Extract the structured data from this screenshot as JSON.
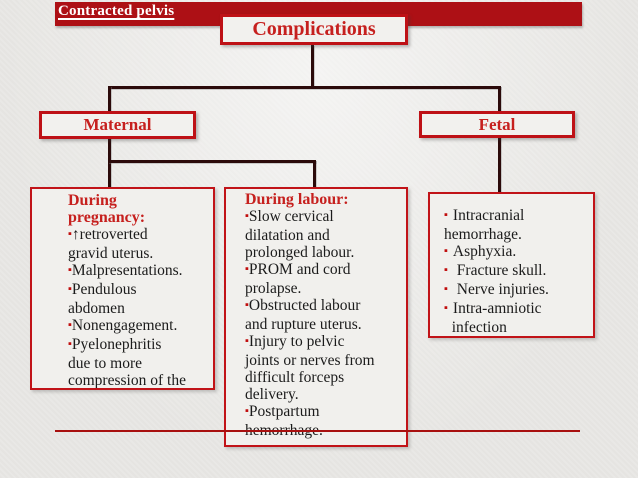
{
  "header": {
    "title": "Contracted pelvis"
  },
  "tree": {
    "root": "Complications",
    "maternal": "Maternal",
    "fetal": "Fetal"
  },
  "bullet": "▪",
  "pregnancy": {
    "title": "During\npregnancy:",
    "items": [
      "↑retroverted\ngravid uterus.",
      "Malpresentations.",
      "Pendulous\nabdomen",
      "Nonengagement.",
      "Pyelonephritis\ndue to more\ncompression of the\nureter."
    ]
  },
  "labour": {
    "title": "During labour:",
    "items": [
      "Slow cervical\ndilatation and\nprolonged labour.",
      "PROM and cord\nprolapse.",
      "Obstructed labour\nand rupture uterus.",
      "Injury to pelvic\njoints or nerves from\ndifficult forceps\ndelivery.",
      "Postpartum\nhemorrhage."
    ]
  },
  "fetal_box": {
    "items": [
      "Intracranial\nhemorrhage.",
      "Asphyxia.",
      " Fracture skull.",
      " Nerve injuries.",
      "Intra-amniotic\n  infection"
    ]
  },
  "colors": {
    "bar_red": "#AD1015",
    "border_red": "#BE1116",
    "title_red": "#C6201E",
    "line_dark": "#2B0A0A",
    "text_black": "#1B1B1B",
    "bullet_red": "#C00D0D",
    "box_fill": "#F2F1EE",
    "background": "#E9E8E5",
    "rule_red": "#A8100F"
  }
}
